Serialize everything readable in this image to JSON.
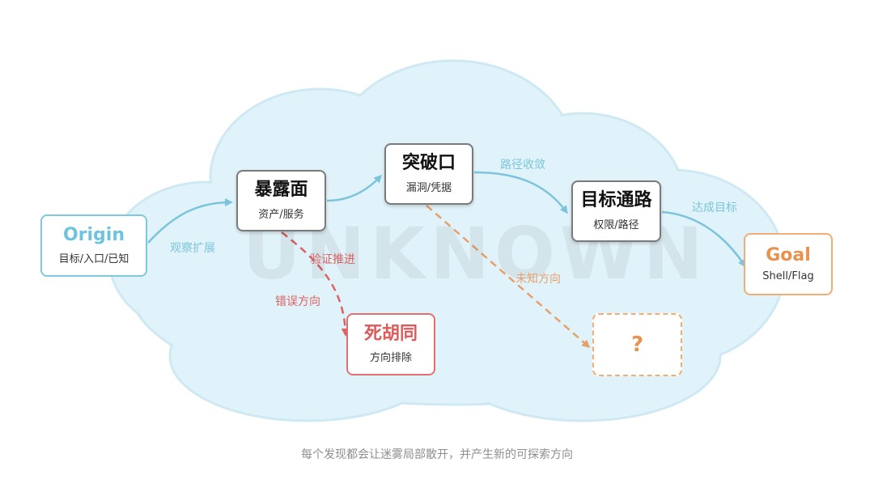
{
  "watermark": "UNKNOWN",
  "nodes": {
    "origin": {
      "title": "Origin",
      "subtitle": "目标/入口/已知"
    },
    "exposure": {
      "title": "暴露面",
      "subtitle": "资产/服务"
    },
    "breach": {
      "title": "突破口",
      "subtitle": "漏洞/凭据"
    },
    "target_path": {
      "title": "目标通路",
      "subtitle": "权限/路径"
    },
    "goal": {
      "title": "Goal",
      "subtitle": "Shell/Flag"
    },
    "dead_end": {
      "title": "死胡同",
      "subtitle": "方向排除"
    },
    "unknown": {
      "title": "?"
    }
  },
  "edges": {
    "observe_expand": "观察扩展",
    "path_converge": "路径收敛",
    "reach_goal": "达成目标",
    "verify_advance": "验证推进",
    "wrong_direction": "错误方向",
    "unknown_direction": "未知方向"
  },
  "caption": "每个发现都会让迷雾局部散开，并产生新的可探索方向",
  "colors": {
    "cloud_fill": "#e1f3fa",
    "cloud_edge": "#cfe9f4",
    "primary_arrow": "#7cc4dc",
    "dead_end": "#db6262",
    "unknown": "#e8a06a",
    "goal": "#e8924f"
  }
}
